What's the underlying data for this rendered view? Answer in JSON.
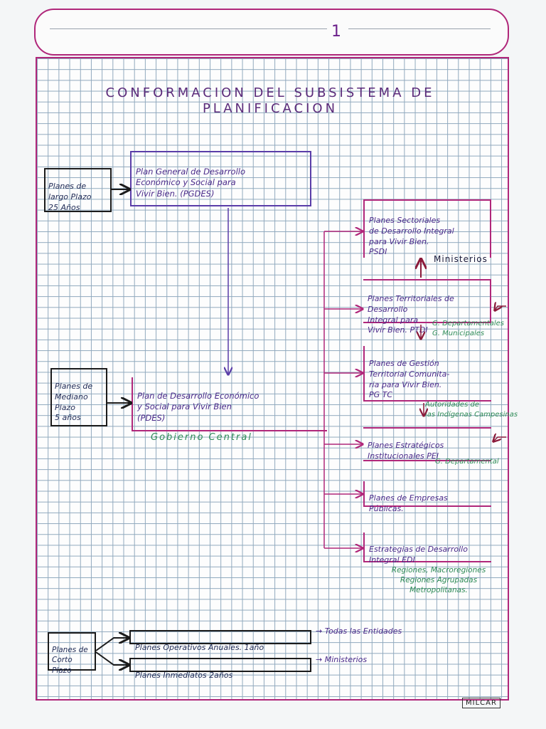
{
  "title": "CONFORMACION DEL SUBSISTEMA DE\nPLANIFICACION",
  "header_mark": "1",
  "long_term": {
    "label": "Planes de\nlargo Plazo\n25 Años",
    "plan": "Plan General de Desarrollo\nEconómico y Social para\nVivir Bien. (PGDES)"
  },
  "medium_term": {
    "label": "Planes de\nMediano\nPlazo\n5 años",
    "plan": "Plan de Desarrollo Económico\ny Social para Vivir Bien\n(PDES)",
    "note": "Gobierno Central"
  },
  "short_term": {
    "label": "Planes de\nCorto\nPlazo",
    "plan1": "Planes Operativos Anuales. 1año",
    "plan1_note": "→ Todas las Entidades",
    "plan2": "Planes Inmediatos 2años",
    "plan2_note": "→ Ministerios"
  },
  "right_plans": [
    {
      "text": "Planes Sectoriales\nde Desarrollo Integral\npara Vivir Bien.\nPSDI"
    },
    {
      "text": "Planes Territoriales de\nDesarrollo\nIntegral para\nVivir Bien. PTDI"
    },
    {
      "text": "Planes de Gestión\nTerritorial Comunita-\nria para Vivir Bien.\nPG TC"
    },
    {
      "text": "Planes Estratégicos\nInstitucionales PEI"
    },
    {
      "text": "Planes de Empresas\nPúblicas."
    },
    {
      "text": "Estrategias de Desarrollo\nIntegral EDI"
    }
  ],
  "annotations": {
    "ministerios": "Ministerios",
    "gobiernos": "G. Departamentales\nG. Municipales",
    "autoridades": "Autoridades de\nlas Indígenas Campesinas",
    "g_departamental": "G. Departamental",
    "regiones": "Regiones, Macroregiones\nRegiones Agrupadas\nMetropolitanas."
  },
  "logo": "MILCAR",
  "colors": {
    "grid": "#8fa8bd",
    "frame": "#b0277a",
    "ink_purple": "#4a2a8a",
    "ink_green": "#2e8b57",
    "ink_black": "#1b1b1b"
  }
}
